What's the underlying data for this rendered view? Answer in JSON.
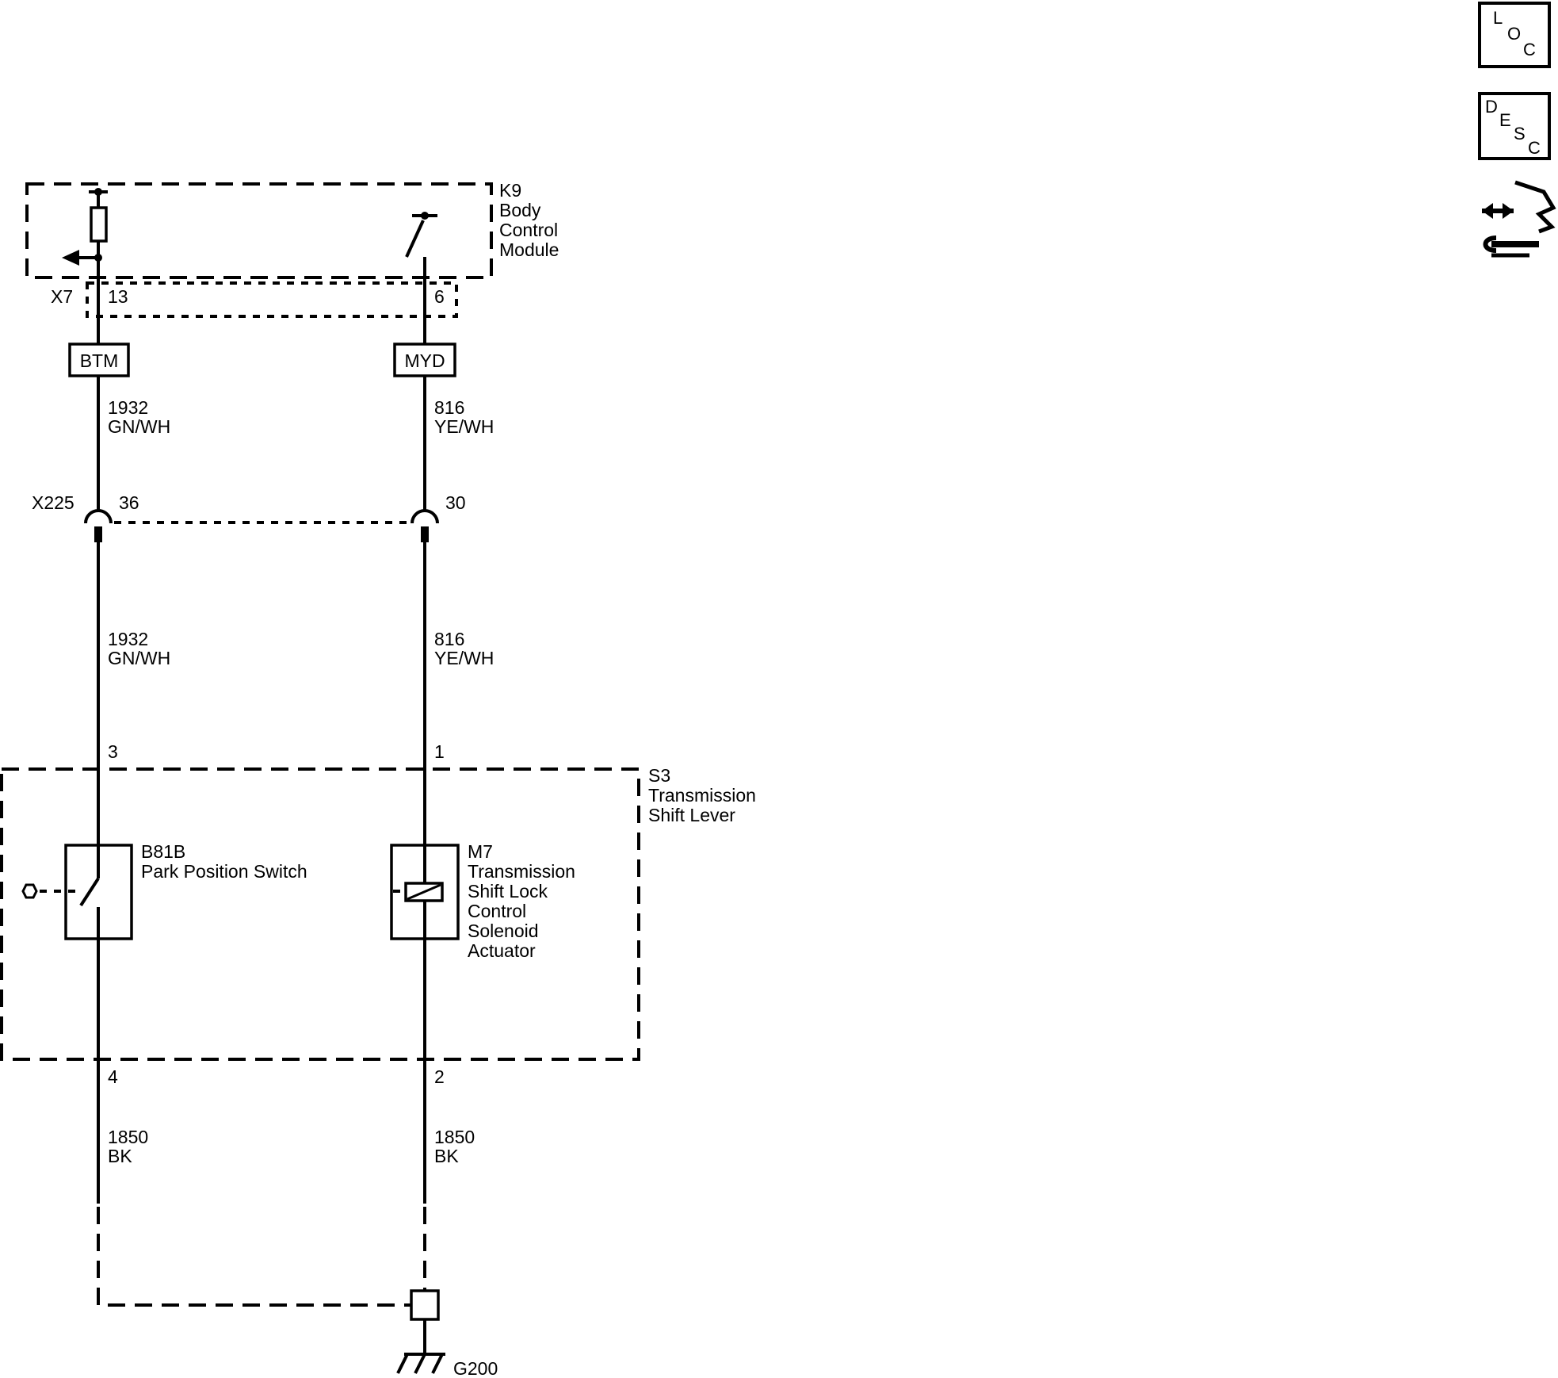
{
  "legend_icons": {
    "loc": {
      "letters": [
        "L",
        "O",
        "C"
      ],
      "icon": "loc-icon"
    },
    "desc": {
      "letters": [
        "D",
        "E",
        "S",
        "C"
      ],
      "icon": "desc-icon"
    },
    "connector_icon": "connector-repair-icon"
  },
  "modules": {
    "k9": {
      "lines": [
        "K9",
        "Body",
        "Control",
        "Module"
      ]
    },
    "s3": {
      "lines": [
        "S3",
        "Transmission",
        "Shift Lever"
      ]
    }
  },
  "connectors": {
    "x7": {
      "name": "X7",
      "pin_left": "13",
      "pin_right": "6"
    },
    "x225": {
      "name": "X225",
      "pin_left": "36",
      "pin_right": "30"
    },
    "s3_pins": {
      "top_left": "3",
      "top_right": "1",
      "bottom_left": "4",
      "bottom_right": "2"
    }
  },
  "circuit_tags": {
    "left": "BTM",
    "right": "MYD"
  },
  "wires": {
    "left_upper": [
      "1932",
      "GN/WH"
    ],
    "right_upper": [
      "816",
      "YE/WH"
    ],
    "left_middle": [
      "1932",
      "GN/WH"
    ],
    "right_middle": [
      "816",
      "YE/WH"
    ],
    "left_lower": [
      "1850",
      "BK"
    ],
    "right_lower": [
      "1850",
      "BK"
    ]
  },
  "components": {
    "b81b": {
      "lines": [
        "B81B",
        "Park Position Switch"
      ]
    },
    "m7": {
      "lines": [
        "M7",
        "Transmission",
        "Shift Lock",
        "Control",
        "Solenoid",
        "Actuator"
      ]
    }
  },
  "ground": {
    "name": "G200"
  }
}
